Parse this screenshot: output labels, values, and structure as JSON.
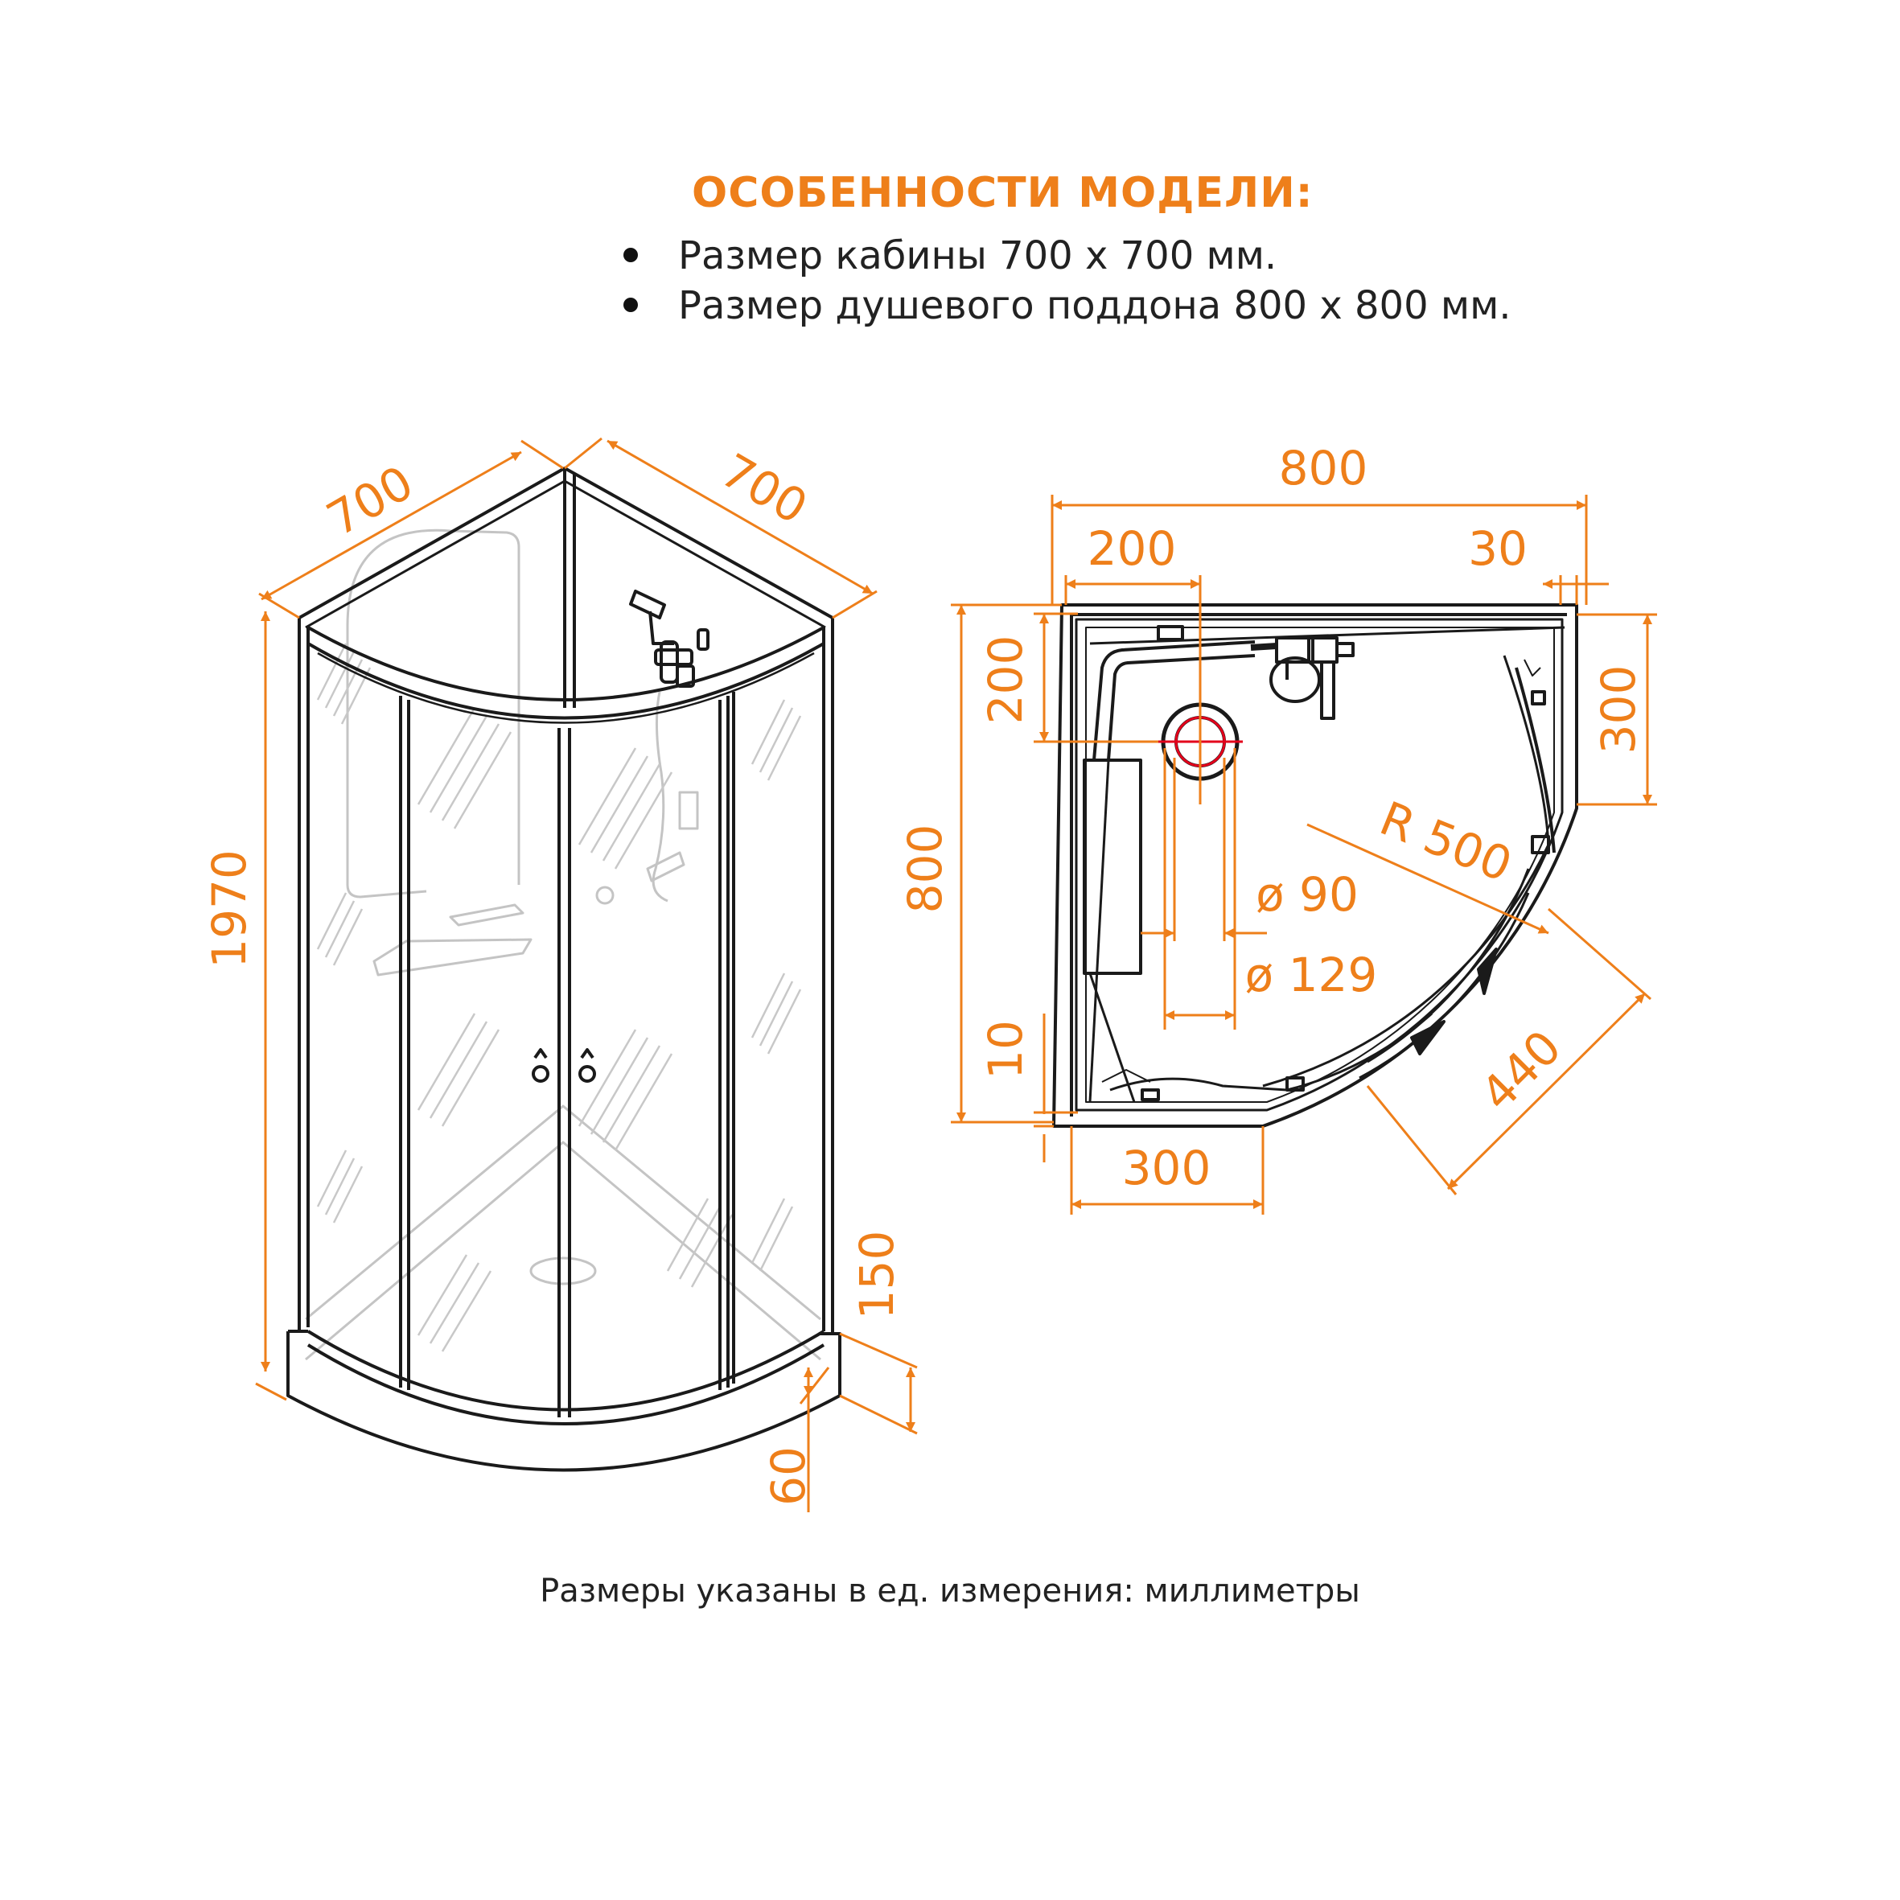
{
  "colors": {
    "accent": "#ee7f1a",
    "line": "#1a1a1a",
    "red": "#e3001b",
    "ghost": "#bdbdbd"
  },
  "features": {
    "title": "ОСОБЕННОСТИ МОДЕЛИ:",
    "items": [
      "Размер кабины 700 х 700 мм.",
      "Размер душевого поддона 800 х 800 мм."
    ]
  },
  "dims_3d": {
    "width_left": "700",
    "width_right": "700",
    "height": "1970",
    "tray_height": "150",
    "tray_base": "60"
  },
  "dims_plan": {
    "overall": "800",
    "left_offset": "200",
    "right_offset": "30",
    "top_offset": "200",
    "right_side": "300",
    "depth": "800",
    "radius": "R 500",
    "drain_inner": "ø 90",
    "drain_outer": "ø 129",
    "bottom_gap": "10",
    "bottom_straight": "300",
    "door_opening": "440"
  },
  "footer": "Размеры указаны в ед. измерения: миллиметры"
}
